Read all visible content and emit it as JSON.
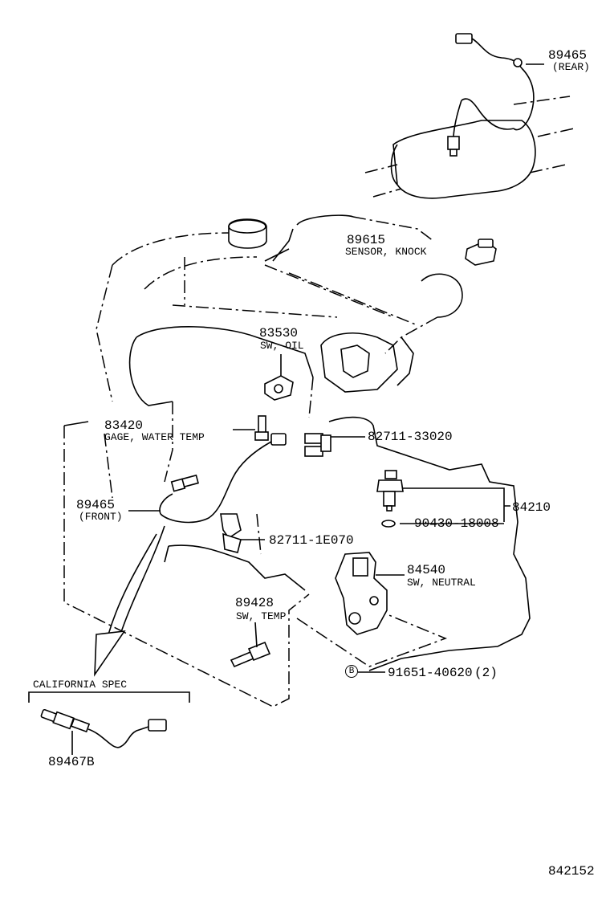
{
  "parts": {
    "p89465_rear": {
      "number": "89465",
      "note": "(REAR)"
    },
    "p89615": {
      "number": "89615",
      "name": "SENSOR, KNOCK"
    },
    "p83530": {
      "number": "83530",
      "name": "SW, OIL"
    },
    "p83420": {
      "number": "83420",
      "name": "GAGE, WATER TEMP"
    },
    "p82711_33020": {
      "number": "82711-33020"
    },
    "p89465_front": {
      "number": "89465",
      "note": "(FRONT)"
    },
    "p84210": {
      "number": "84210"
    },
    "p90430": {
      "number": "90430-18008"
    },
    "p82711_1E070": {
      "number": "82711-1E070"
    },
    "p84540": {
      "number": "84540",
      "name": "SW, NEUTRAL"
    },
    "p89428": {
      "number": "89428",
      "name": "SW, TEMP"
    },
    "p91651": {
      "number": "91651-40620",
      "qty": "(2)",
      "marker": "B"
    },
    "p89467B": {
      "number": "89467B"
    }
  },
  "california": {
    "label": "CALIFORNIA SPEC"
  },
  "diagram_id": "842152"
}
